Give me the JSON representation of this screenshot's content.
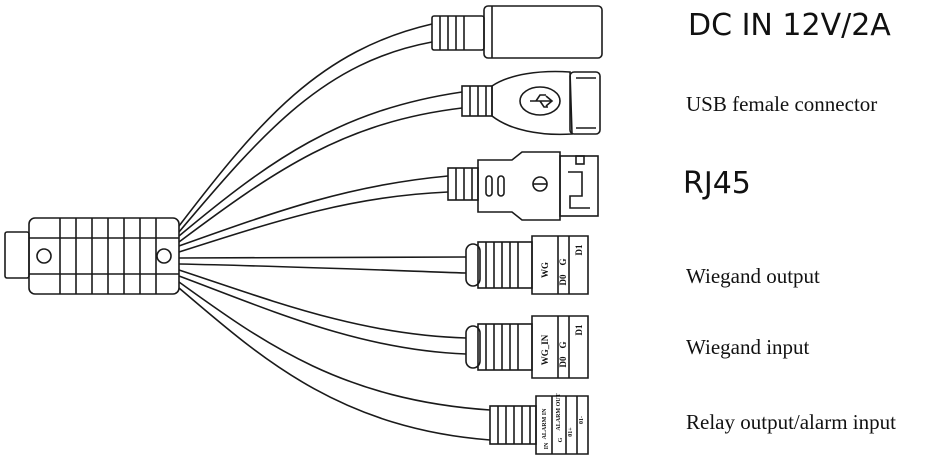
{
  "labels": {
    "dc_in": "DC IN 12V/2A",
    "usb": "USB female connector",
    "rj45": "RJ45",
    "wiegand_out": "Wiegand output",
    "wiegand_in": "Wiegand input",
    "relay": "Relay output/alarm input"
  },
  "pin_labels": {
    "wg_out": {
      "title": "WG",
      "pins": [
        "D0",
        "G",
        "D1"
      ]
    },
    "wg_in": {
      "title": "WG_IN",
      "pins": [
        "D0",
        "G",
        "D1"
      ]
    },
    "relay": {
      "title_alarm_in": "ALARM IN",
      "title_alarm_out": "ALARM OUT",
      "pins": [
        "IN",
        "G",
        "01+",
        "01-"
      ]
    }
  },
  "colors": {
    "line": "#1a1a1a",
    "background": "#ffffff"
  }
}
